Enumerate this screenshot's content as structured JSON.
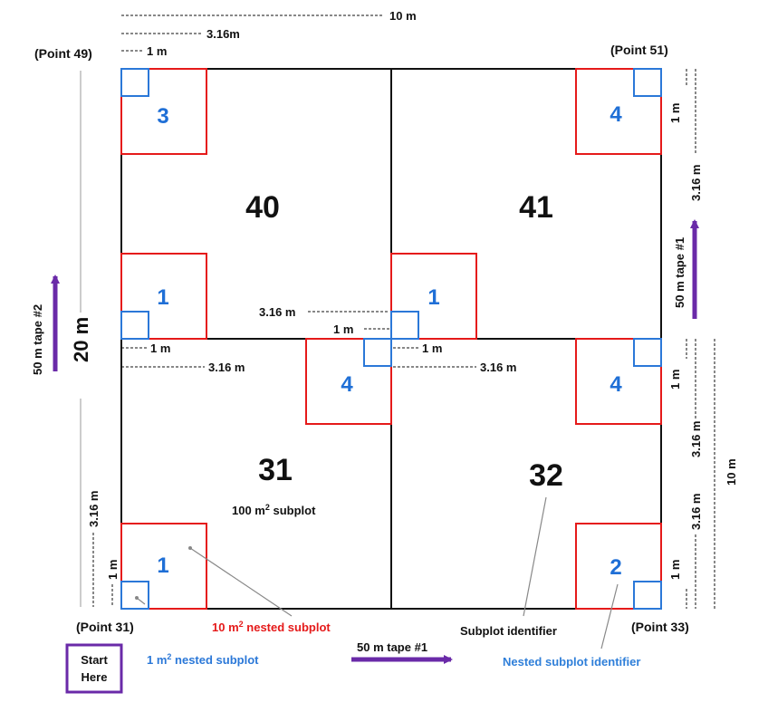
{
  "points": {
    "p49": "(Point 49)",
    "p51": "(Point 51)",
    "p31": "(Point 31)",
    "p33": "(Point 33)"
  },
  "subplots": {
    "s40": "40",
    "s41": "41",
    "s31": "31",
    "s32": "32"
  },
  "nested": {
    "n3": "3",
    "n1_40": "1",
    "n4_41": "4",
    "n1_41": "1",
    "n4_31": "4",
    "n1_31": "1",
    "n4_32": "4",
    "n2_32": "2"
  },
  "measures": {
    "m10": "10 m",
    "m316": "3.16m",
    "m1": "1 m",
    "m316b": "3.16 m",
    "m20": "20 m"
  },
  "tapes": {
    "tape1": "50 m tape #1",
    "tape2": "50 m tape #2"
  },
  "legend": {
    "subplot100_a": "100 m",
    "subplot100_b": "2",
    "subplot100_c": " subplot",
    "nested10_a": "10 m",
    "nested10_b": "2",
    "nested10_c": " nested subplot",
    "nested1_a": "1 m",
    "nested1_b": "2",
    "nested1_c": " nested subplot",
    "subplot_identifier": "Subplot identifier",
    "nested_identifier": "Nested subplot identifier",
    "start_1": "Start",
    "start_2": "Here"
  },
  "colors": {
    "red": "#e51a1a",
    "blue": "#2b78d8",
    "purple": "#6a2aa8",
    "black": "#111111"
  }
}
